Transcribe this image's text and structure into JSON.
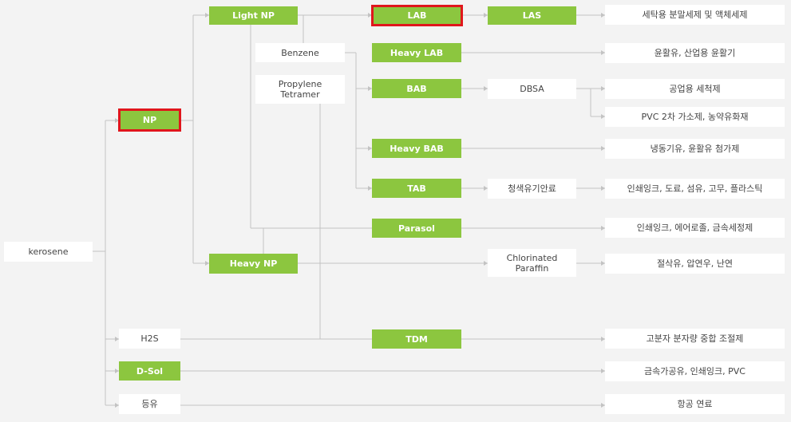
{
  "colors": {
    "green": "#8cc63f",
    "line": "#c3c3c3",
    "highlight": "#e0161c",
    "white_box": "#ffffff"
  },
  "nodes": {
    "kerosene": "kerosene",
    "np": "NP",
    "light_np": "Light NP",
    "heavy_np": "Heavy NP",
    "h2s": "H2S",
    "dsol": "D-Sol",
    "kerosene_kr": "등유",
    "benzene": "Benzene",
    "propylene_tetramer": "Propylene\nTetramer",
    "lab": "LAB",
    "heavy_lab": "Heavy LAB",
    "bab": "BAB",
    "heavy_bab": "Heavy BAB",
    "tab": "TAB",
    "parasol": "Parasol",
    "tdm": "TDM",
    "las": "LAS",
    "dbsa": "DBSA",
    "blue_pigment": "청색유기안료",
    "chlorinated_paraffin": "Chlorinated\nParaffin"
  },
  "products": {
    "las": "세탁용 분말세제 및 액체세제",
    "heavy_lab": "윤활유, 산업용 윤활기",
    "dbsa_1": "공업용 세척제",
    "dbsa_2": "PVC 2차 가소제, 농약유화재",
    "heavy_bab": "냉동기유, 윤활유 첨가제",
    "tab": "인쇄잉크, 도료, 섬유, 고무, 플라스틱",
    "parasol": "인쇄잉크, 에어로졸, 금속세정제",
    "chlorinated_paraffin": "절삭유, 압연우, 난연",
    "tdm": "고분자 분자량 중합 조절제",
    "dsol": "금속가공유, 인쇄잉크, PVC",
    "kerosene_kr": "항공 연료"
  },
  "highlighted": [
    "NP",
    "LAB"
  ]
}
